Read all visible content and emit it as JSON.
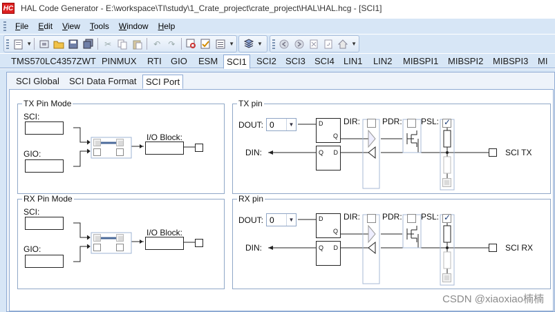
{
  "window": {
    "icon_text": "HC",
    "title": "HAL Code Generator - E:\\workspace\\TI\\study\\1_Crate_project\\crate_project\\HAL\\HAL.hcg - [SCI1]"
  },
  "menu": [
    {
      "label": "File"
    },
    {
      "label": "Edit"
    },
    {
      "label": "View"
    },
    {
      "label": "Tools"
    },
    {
      "label": "Window"
    },
    {
      "label": "Help"
    }
  ],
  "module_tabs": [
    "TMS570LC4357ZWT",
    "PINMUX",
    "RTI",
    "GIO",
    "ESM",
    "SCI1",
    "SCI2",
    "SCI3",
    "SCI4",
    "LIN1",
    "LIN2",
    "MIBSPI1",
    "MIBSPI2",
    "MIBSPI3",
    "MI"
  ],
  "active_module_tab": "SCI1",
  "sub_tabs": [
    "SCI Global",
    "SCI Data Format",
    "SCI Port"
  ],
  "active_sub_tab": "SCI Port",
  "tx_pin_mode": {
    "title": "TX Pin Mode",
    "sci_label": "SCI:",
    "gio_label": "GIO:",
    "io_block_label": "I/O Block:"
  },
  "rx_pin_mode": {
    "title": "RX Pin Mode",
    "sci_label": "SCI:",
    "gio_label": "GIO:",
    "io_block_label": "I/O Block:"
  },
  "tx_pin": {
    "title": "TX pin",
    "dout_label": "DOUT:",
    "dout_value": "0",
    "din_label": "DIN:",
    "dir_label": "DIR:",
    "pdr_label": "PDR:",
    "psl_label": "PSL:",
    "pin_name": "SCI TX",
    "ff_d": "D",
    "ff_q": "Q",
    "dir_checked": false,
    "pdr_checked": false,
    "psl_checked": true
  },
  "rx_pin": {
    "title": "RX pin",
    "dout_label": "DOUT:",
    "dout_value": "0",
    "din_label": "DIN:",
    "dir_label": "DIR:",
    "pdr_label": "PDR:",
    "psl_label": "PSL:",
    "pin_name": "SCI RX",
    "ff_d": "D",
    "ff_q": "Q",
    "dir_checked": false,
    "pdr_checked": false,
    "psl_checked": true
  },
  "watermark": "CSDN @xiaoxiao楠楠",
  "colors": {
    "chrome": "#d7e6f6",
    "border": "#8eaad3",
    "app_icon": "#d22222"
  }
}
